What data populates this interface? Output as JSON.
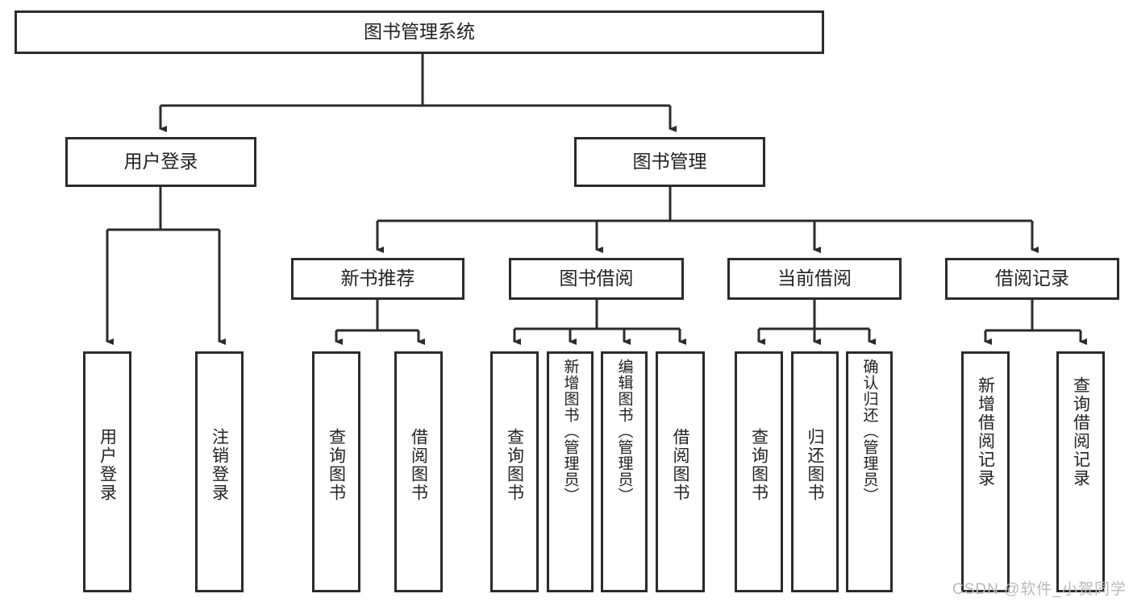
{
  "diagram": {
    "title": "图书管理系统",
    "type": "tree",
    "colors": {
      "border": "#2b2b2b",
      "background": "#ffffff",
      "text": "#222222",
      "watermark": "#b9b9b9"
    },
    "levels": {
      "root": {
        "label": "图书管理系统"
      },
      "level2": [
        {
          "label": "用户登录"
        },
        {
          "label": "图书管理"
        }
      ],
      "level3": [
        {
          "label": "新书推荐"
        },
        {
          "label": "图书借阅"
        },
        {
          "label": "当前借阅"
        },
        {
          "label": "借阅记录"
        }
      ],
      "leaves": [
        {
          "label": "用户登录",
          "parent": "用户登录"
        },
        {
          "label": "注销登录",
          "parent": "用户登录"
        },
        {
          "label": "查询图书",
          "parent": "新书推荐"
        },
        {
          "label": "借阅图书",
          "parent": "新书推荐"
        },
        {
          "label": "查询图书",
          "parent": "图书借阅"
        },
        {
          "label": "新增图书（管理员）",
          "parent": "图书借阅"
        },
        {
          "label": "编辑图书（管理员）",
          "parent": "图书借阅"
        },
        {
          "label": "借阅图书",
          "parent": "图书借阅"
        },
        {
          "label": "查询图书",
          "parent": "当前借阅"
        },
        {
          "label": "归还图书",
          "parent": "当前借阅"
        },
        {
          "label": "确认归还（管理员）",
          "parent": "当前借阅"
        },
        {
          "label": "新增借阅记录",
          "parent": "借阅记录"
        },
        {
          "label": "查询借阅记录",
          "parent": "借阅记录"
        }
      ]
    }
  },
  "watermark": {
    "text": "CSDN @软件_小贺同学"
  }
}
